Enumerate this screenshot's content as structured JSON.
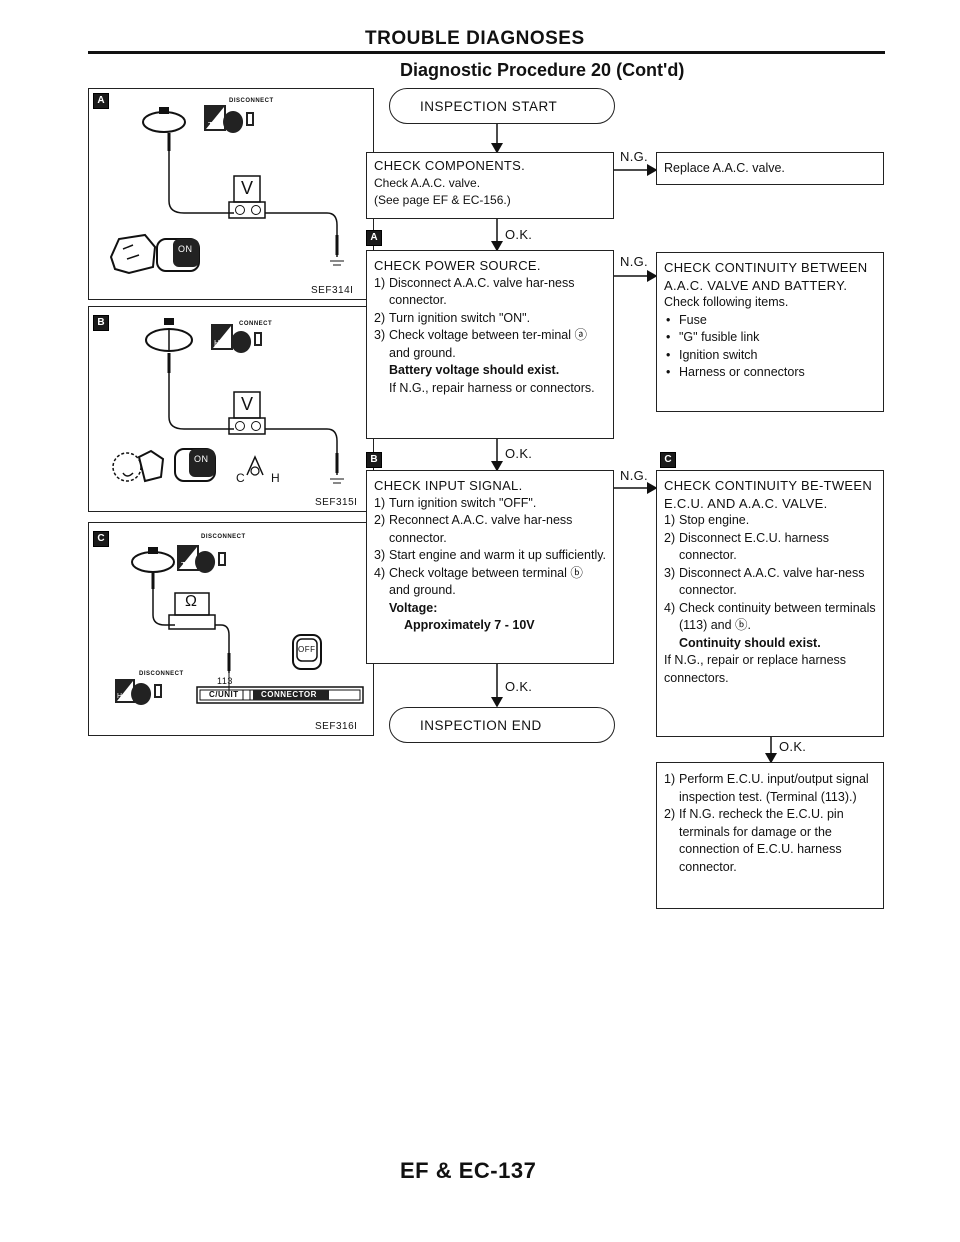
{
  "header": {
    "section": "TROUBLE DIAGNOSES",
    "title": "Diagnostic Procedure 20 (Cont'd)"
  },
  "page_number": "EF & EC-137",
  "panels": [
    {
      "badge": "A",
      "caption": "SEF314I",
      "top_label": "DISCONNECT",
      "mode_tag": "T.S",
      "meter": "V",
      "switch": "ON"
    },
    {
      "badge": "B",
      "caption": "SEF315I",
      "top_label": "CONNECT",
      "mode_tag": "H.S",
      "meter": "V",
      "switch": "ON",
      "temp_scale": "C H"
    },
    {
      "badge": "C",
      "caption": "SEF316I",
      "top_label": "DISCONNECT",
      "mode_tag": "T.S",
      "meter": "Ω",
      "switch": "OFF",
      "bottom_label": "DISCONNECT",
      "bottom_tag": "H.S",
      "terminal": "113",
      "connector": "C/UNIT",
      "connector2": "CONNECTOR"
    }
  ],
  "flow": {
    "start": "INSPECTION START",
    "end": "INSPECTION END",
    "ok": "O.K.",
    "ng": "N.G.",
    "step1": {
      "title": "CHECK COMPONENTS.",
      "lines": [
        "Check A.A.C. valve.",
        "(See page EF & EC-156.)"
      ],
      "ng_action": "Replace A.A.C. valve."
    },
    "step2": {
      "badge": "A",
      "title": "CHECK POWER SOURCE.",
      "items": [
        {
          "n": "1)",
          "text": "Disconnect A.A.C. valve har-ness connector."
        },
        {
          "n": "2)",
          "text": "Turn ignition switch \"ON\"."
        },
        {
          "n": "3)",
          "text": "Check voltage between ter-minal ⓐ and ground."
        }
      ],
      "bold": "Battery voltage should exist.",
      "tail": "If N.G., repair harness or connectors.",
      "ng_box": {
        "title": "CHECK CONTINUITY BETWEEN A.A.C. VALVE AND BATTERY.",
        "intro": "Check following items.",
        "items": [
          "Fuse",
          "\"G\" fusible link",
          "Ignition switch",
          "Harness or connectors"
        ]
      }
    },
    "step3": {
      "badge": "B",
      "title": "CHECK INPUT SIGNAL.",
      "items": [
        {
          "n": "1)",
          "text": "Turn ignition switch \"OFF\"."
        },
        {
          "n": "2)",
          "text": "Reconnect A.A.C. valve har-ness connector."
        },
        {
          "n": "3)",
          "text": "Start engine and warm it up sufficiently."
        },
        {
          "n": "4)",
          "text": "Check voltage between terminal ⓑ and ground."
        }
      ],
      "voltage_label": "Voltage:",
      "voltage_value": "Approximately 7 - 10V",
      "ng_box": {
        "badge": "C",
        "title": "CHECK CONTINUITY BE-TWEEN E.C.U. AND A.A.C. VALVE.",
        "items": [
          {
            "n": "1)",
            "text": "Stop engine."
          },
          {
            "n": "2)",
            "text": "Disconnect E.C.U. harness connector."
          },
          {
            "n": "3)",
            "text": "Disconnect A.A.C. valve har-ness connector."
          },
          {
            "n": "4)",
            "text": "Check continuity between terminals (113) and ⓑ."
          }
        ],
        "bold": "Continuity should exist.",
        "tail": "If N.G., repair or replace harness connectors."
      },
      "final_box": {
        "items": [
          {
            "n": "1)",
            "text": "Perform E.C.U. input/output signal inspection test. (Terminal (113).)"
          },
          {
            "n": "2)",
            "text": "If N.G. recheck the E.C.U. pin terminals for damage or the connection of E.C.U. harness connector."
          }
        ]
      }
    }
  }
}
